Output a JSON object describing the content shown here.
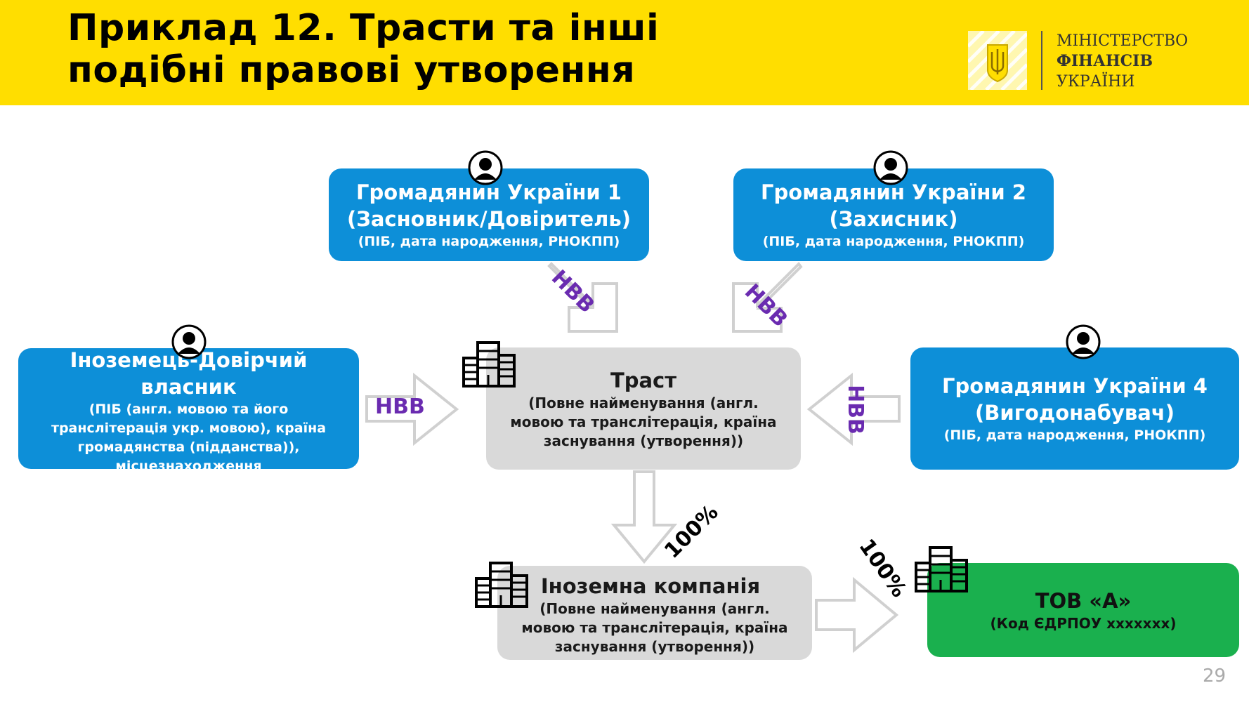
{
  "header": {
    "title_line1": "Приклад 12. Трасти та інші",
    "title_line2": "подібні правові утворення",
    "ministry_line1": "МІНІСТЕРСТВО",
    "ministry_line2": "ФІНАНСІВ",
    "ministry_line3": "УКРАЇНИ"
  },
  "nodes": {
    "citizen1": {
      "name": "Громадянин України 1",
      "role": "(Засновник/Довіритель)",
      "details": "(ПІБ, дата народження, РНОКПП)"
    },
    "citizen2": {
      "name": "Громадянин України 2",
      "role": "(Захисник)",
      "details": "(ПІБ, дата народження, РНОКПП)"
    },
    "citizen4": {
      "name": "Громадянин України 4",
      "role": "(Вигодонабувач)",
      "details": "(ПІБ, дата народження, РНОКПП)"
    },
    "foreigner": {
      "name_line1": "Іноземець-Довірчий",
      "name_line2": "власник",
      "details_line1": "(ПІБ (англ. мовою та його",
      "details_line2": "транслітерація укр. мовою), країна",
      "details_line3": "громадянства (підданства)),",
      "details_line4": "місцезнаходження"
    },
    "trust": {
      "name": "Траст",
      "details_line1": "(Повне найменування (англ.",
      "details_line2": "мовою та транслітерація, країна",
      "details_line3": "заснування (утворення))"
    },
    "foreign_company": {
      "name": "Іноземна компанія",
      "details_line1": "(Повне найменування (англ.",
      "details_line2": "мовою та транслітерація, країна",
      "details_line3": "заснування (утворення))"
    },
    "tov": {
      "name": "ТОВ «А»",
      "details": "(Код ЄДРПОУ ххххххх)"
    }
  },
  "edges": {
    "nvv_label": "НВВ",
    "pct_label": "100%"
  },
  "icons": [
    "person-icon",
    "building-icon",
    "trident-emblem"
  ],
  "colors": {
    "header_yellow": "#ffde00",
    "node_blue": "#0d8fd8",
    "node_grey": "#d9d9d9",
    "node_green": "#1ab04e",
    "nvv_purple": "#6a2bb0"
  },
  "page_number": "29"
}
